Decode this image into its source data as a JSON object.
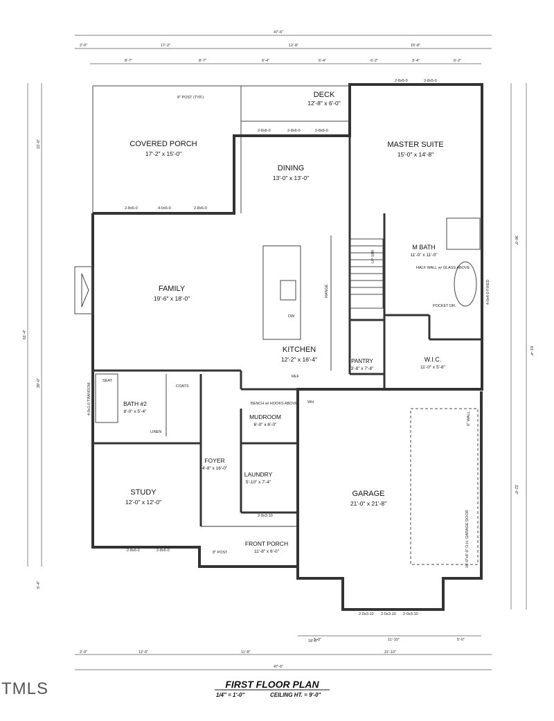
{
  "title": "FIRST FLOOR PLAN",
  "scale": "1/4\" = 1'-0\"",
  "ceiling": "CEILING HT. = 9'-0\"",
  "logo": "TMLS",
  "rooms": {
    "covered_porch": {
      "name": "COVERED PORCH",
      "size": "17'-2\" x 15'-0\""
    },
    "deck": {
      "name": "DECK",
      "size": "12'-8\" x 6'-0\""
    },
    "dining": {
      "name": "DINING",
      "size": "13'-0\" x 13'-0\""
    },
    "master_suite": {
      "name": "MASTER SUITE",
      "size": "15'-0\" x 14'-8\""
    },
    "family": {
      "name": "FAMILY",
      "size": "19'-6\" x 18'-0\""
    },
    "kitchen": {
      "name": "KITCHEN",
      "size": "12'-2\" x 16'-4\""
    },
    "master_bath": {
      "name": "M BATH",
      "size": "11'-0\" x 11'-0\""
    },
    "wic": {
      "name": "W.I.C.",
      "size": "11'-0\" x 5'-8\""
    },
    "pantry": {
      "name": "PANTRY",
      "size": "3'-8\" x 7'-8\""
    },
    "bath2": {
      "name": "BATH #2",
      "size": "8'-0\" x 5'-4\""
    },
    "mudroom": {
      "name": "MUDROOM",
      "size": "6'-0\" x 6'-0\""
    },
    "study": {
      "name": "STUDY",
      "size": "12'-0\" x 12'-0\""
    },
    "foyer": {
      "name": "FOYER",
      "size": "4'-8\" x 16'-0\""
    },
    "laundry": {
      "name": "LAUNDRY",
      "size": "5'-10\" x 7'-4\""
    },
    "garage": {
      "name": "GARAGE",
      "size": "21'-0\" x 21'-8\""
    },
    "front_porch": {
      "name": "FRONT PORCH",
      "size": "11'-8\" x 6'-0\""
    }
  },
  "labels": {
    "post_typ": "8\" POST (TYP.)",
    "post": "8\" POST",
    "seat": "SEAT",
    "coats": "COATS",
    "linen": "LINEN",
    "range": "RANGE",
    "dw": "DW",
    "ref": "REF",
    "wh": "WH",
    "up": "UP 18R",
    "bench": "BENCH w/ HOOKS ABOVE",
    "half_wall": "HALF WALL w/ GLASS ABOVE",
    "pocket": "POCKET DR.",
    "garage_door": "16'-0\"x8'-0\" O.H. GARAGE DOOR",
    "wall6": "6\" WALL",
    "transom": "4-0x1-0 TRANSOM",
    "fixed": "4-0x4-0 FIXED"
  },
  "dims": {
    "top_total": "47'-6\"",
    "top_row1": [
      "2'-0\"",
      "17'-2\"",
      "12'-8\"",
      "15'-8\""
    ],
    "top_row2": [
      "8'-7\"",
      "8'-7\"",
      "6'-4\"",
      "6'-4\"",
      "6'-2\"",
      "3'-4\"",
      "6'-2\""
    ],
    "bottom_row1": [
      "5'-0\"",
      "11'-10\"",
      "5'-0\""
    ],
    "bottom_row2": [
      "2'-0\"",
      "12'-0\"",
      "11'-8\"",
      "21'-10\""
    ],
    "bottom_total": "47'-6\"",
    "left_overall": "61'-4\"",
    "left_sub1": "15'-0\"",
    "left_sub2": "39'-0\"",
    "left_sub3": "5'-4\"",
    "right_overall": "61'-4\"",
    "right_sub1": "36'-0\"",
    "right_sub2": "22'-0\"",
    "garage_door_width": "18'-0\""
  },
  "windows": {
    "top": [
      "2-8x5-0",
      "2-8x5-0"
    ],
    "deck_row": [
      "2-8x6-0",
      "2-8x6-0",
      "2-8x6-0"
    ],
    "porch_row": [
      "2-8x6-0",
      "4-0x6-0",
      "2-8x6-0"
    ],
    "study_row": [
      "2-8x6-0",
      "2-8x6-0"
    ],
    "porch_front": [
      "2-0x3-10"
    ],
    "garage_front": [
      "2-0x3-10",
      "2-0x3-10",
      "2-0x3-10"
    ]
  }
}
